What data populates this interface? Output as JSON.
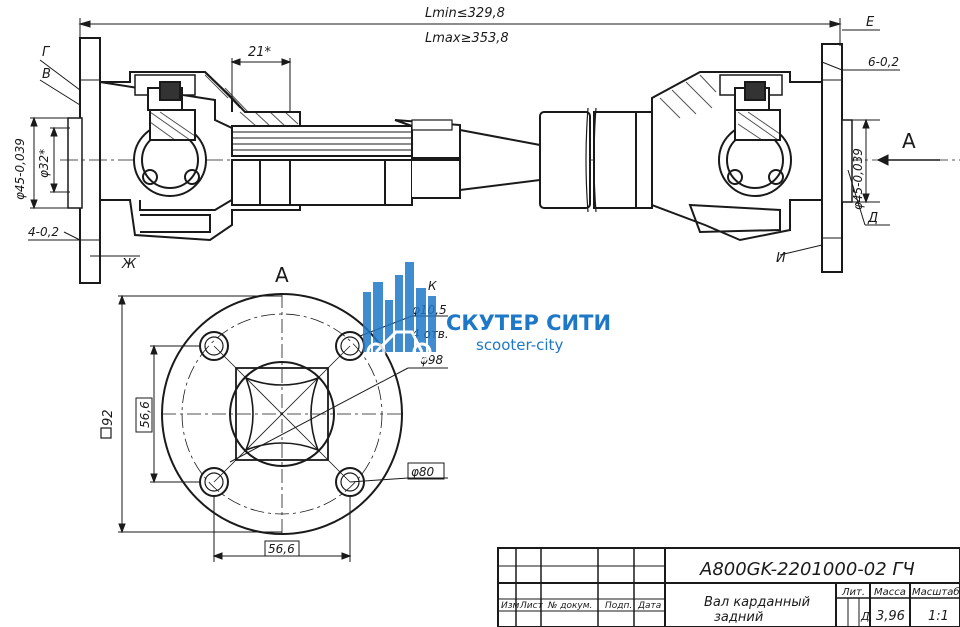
{
  "drawing": {
    "dims": {
      "lmin": "Lmin≤329,8",
      "lmax": "Lmax≥353,8",
      "angle": "21*",
      "d45_left": "φ45-0,039",
      "d32": "φ32*",
      "four_tol": "4-0,2",
      "d45_right": "φ45-0,039",
      "six_tol": "6-0,2",
      "hole_d": "φ10,5",
      "holes": "4 отв.",
      "d98": "φ98",
      "d80": "φ80",
      "sq92": "92",
      "s56_vert": "56,6",
      "s56_horiz": "56,6"
    },
    "letters": {
      "g": "Г",
      "v": "В",
      "zh": "Ж",
      "e": "Е",
      "d": "Д",
      "i": "И",
      "k": "К",
      "view_a": "А",
      "arrow_a": "А"
    },
    "titleblock": {
      "code": "A800GK-2201000-02 ГЧ",
      "name_line1": "Вал карданный",
      "name_line2": "задний",
      "col_izm": "Изм",
      "col_list": "Лист",
      "col_doc": "№ докум.",
      "col_podp": "Подп.",
      "col_data": "Дата",
      "lit": "Лит.",
      "massa": "Масса",
      "masshtab": "Масштаб",
      "lit_val": "Д",
      "massa_val": "3,96",
      "masshtab_val": "1:1"
    }
  },
  "watermark": {
    "title": "СКУТЕР СИТИ",
    "subtitle": "scooter-city",
    "color": "#1e78c8"
  }
}
